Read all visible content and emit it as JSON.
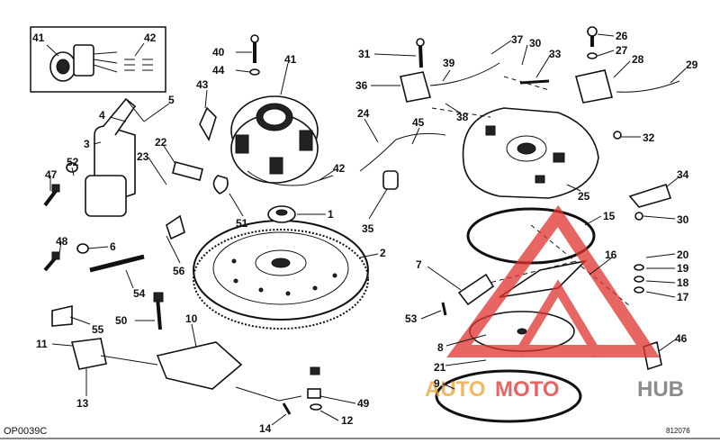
{
  "diagram": {
    "figure_code": "OP0039C",
    "drawing_number": "812076",
    "watermark": {
      "part1": "AUTO",
      "part2": "MOTO",
      "part3": "HUB",
      "color_red": "#e0322f",
      "color_orange": "#f0a030",
      "color_gray": "#666666"
    },
    "callouts": [
      {
        "id": "c41a",
        "label": "41"
      },
      {
        "id": "c42a",
        "label": "42"
      },
      {
        "id": "c40",
        "label": "40"
      },
      {
        "id": "c44",
        "label": "44"
      },
      {
        "id": "c41b",
        "label": "41"
      },
      {
        "id": "c43",
        "label": "43"
      },
      {
        "id": "c4",
        "label": "4"
      },
      {
        "id": "c5",
        "label": "5"
      },
      {
        "id": "c3",
        "label": "3"
      },
      {
        "id": "c22",
        "label": "22"
      },
      {
        "id": "c23",
        "label": "23"
      },
      {
        "id": "c52",
        "label": "52"
      },
      {
        "id": "c47",
        "label": "47"
      },
      {
        "id": "c42b",
        "label": "42"
      },
      {
        "id": "c51",
        "label": "51"
      },
      {
        "id": "c1",
        "label": "1"
      },
      {
        "id": "c48",
        "label": "48"
      },
      {
        "id": "c6",
        "label": "6"
      },
      {
        "id": "c56",
        "label": "56"
      },
      {
        "id": "c2",
        "label": "2"
      },
      {
        "id": "c54",
        "label": "54"
      },
      {
        "id": "c55",
        "label": "55"
      },
      {
        "id": "c50",
        "label": "50"
      },
      {
        "id": "c10",
        "label": "10"
      },
      {
        "id": "c11",
        "label": "11"
      },
      {
        "id": "c13",
        "label": "13"
      },
      {
        "id": "c49",
        "label": "49"
      },
      {
        "id": "c12",
        "label": "12"
      },
      {
        "id": "c14",
        "label": "14"
      },
      {
        "id": "c31",
        "label": "31"
      },
      {
        "id": "c37",
        "label": "37"
      },
      {
        "id": "c30a",
        "label": "30"
      },
      {
        "id": "c39",
        "label": "39"
      },
      {
        "id": "c33",
        "label": "33"
      },
      {
        "id": "c26",
        "label": "26"
      },
      {
        "id": "c27",
        "label": "27"
      },
      {
        "id": "c28",
        "label": "28"
      },
      {
        "id": "c29",
        "label": "29"
      },
      {
        "id": "c36",
        "label": "36"
      },
      {
        "id": "c38",
        "label": "38"
      },
      {
        "id": "c24",
        "label": "24"
      },
      {
        "id": "c45",
        "label": "45"
      },
      {
        "id": "c32",
        "label": "32"
      },
      {
        "id": "c25",
        "label": "25"
      },
      {
        "id": "c34",
        "label": "34"
      },
      {
        "id": "c35",
        "label": "35"
      },
      {
        "id": "c30b",
        "label": "30"
      },
      {
        "id": "c15",
        "label": "15"
      },
      {
        "id": "c20",
        "label": "20"
      },
      {
        "id": "c7",
        "label": "7"
      },
      {
        "id": "c16",
        "label": "16"
      },
      {
        "id": "c19",
        "label": "19"
      },
      {
        "id": "c18",
        "label": "18"
      },
      {
        "id": "c17",
        "label": "17"
      },
      {
        "id": "c53",
        "label": "53"
      },
      {
        "id": "c8",
        "label": "8"
      },
      {
        "id": "c46",
        "label": "46"
      },
      {
        "id": "c21",
        "label": "21"
      },
      {
        "id": "c9",
        "label": "9"
      }
    ]
  }
}
